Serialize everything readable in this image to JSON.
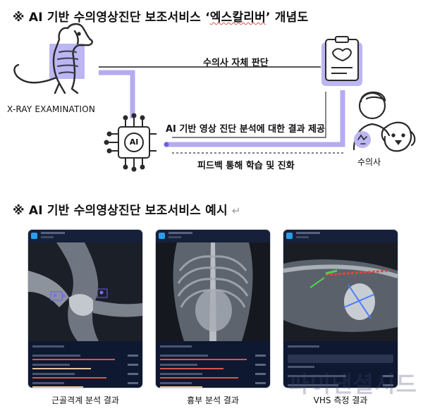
{
  "heading1": "※ AI 기반 수의영상진단 보조서비스 ‘엑스칼리버’ 개념도",
  "heading1_prefix": "※ AI 기반 수의영상진단 보조서비스 ‘",
  "heading1_brand": "엑스칼리버",
  "heading1_suffix": "’ 개념도",
  "diagram": {
    "xray_label": "X-RAY EXAMINATION",
    "vet_judgement": "수의사 자체 판단",
    "ai_result": "AI 기반 영상 진단 분석에 대한 결과 제공",
    "feedback": "피드백 통해 학습 및 진화",
    "ai_chip": "AI",
    "vet_label": "수의사"
  },
  "heading2": "※ AI 기반 수의영상진단 보조서비스 예시",
  "return_mark": "↵",
  "examples": [
    {
      "caption": "근골격계 분석 결과"
    },
    {
      "caption": "흉부 분석 결과"
    },
    {
      "caption": "VHS 측정 결과"
    }
  ],
  "watermark": "파이낸셜시드",
  "colors": {
    "accent": "#a9a0ef",
    "accent_dark": "#6e5fe0",
    "panel": "#0e1830"
  }
}
